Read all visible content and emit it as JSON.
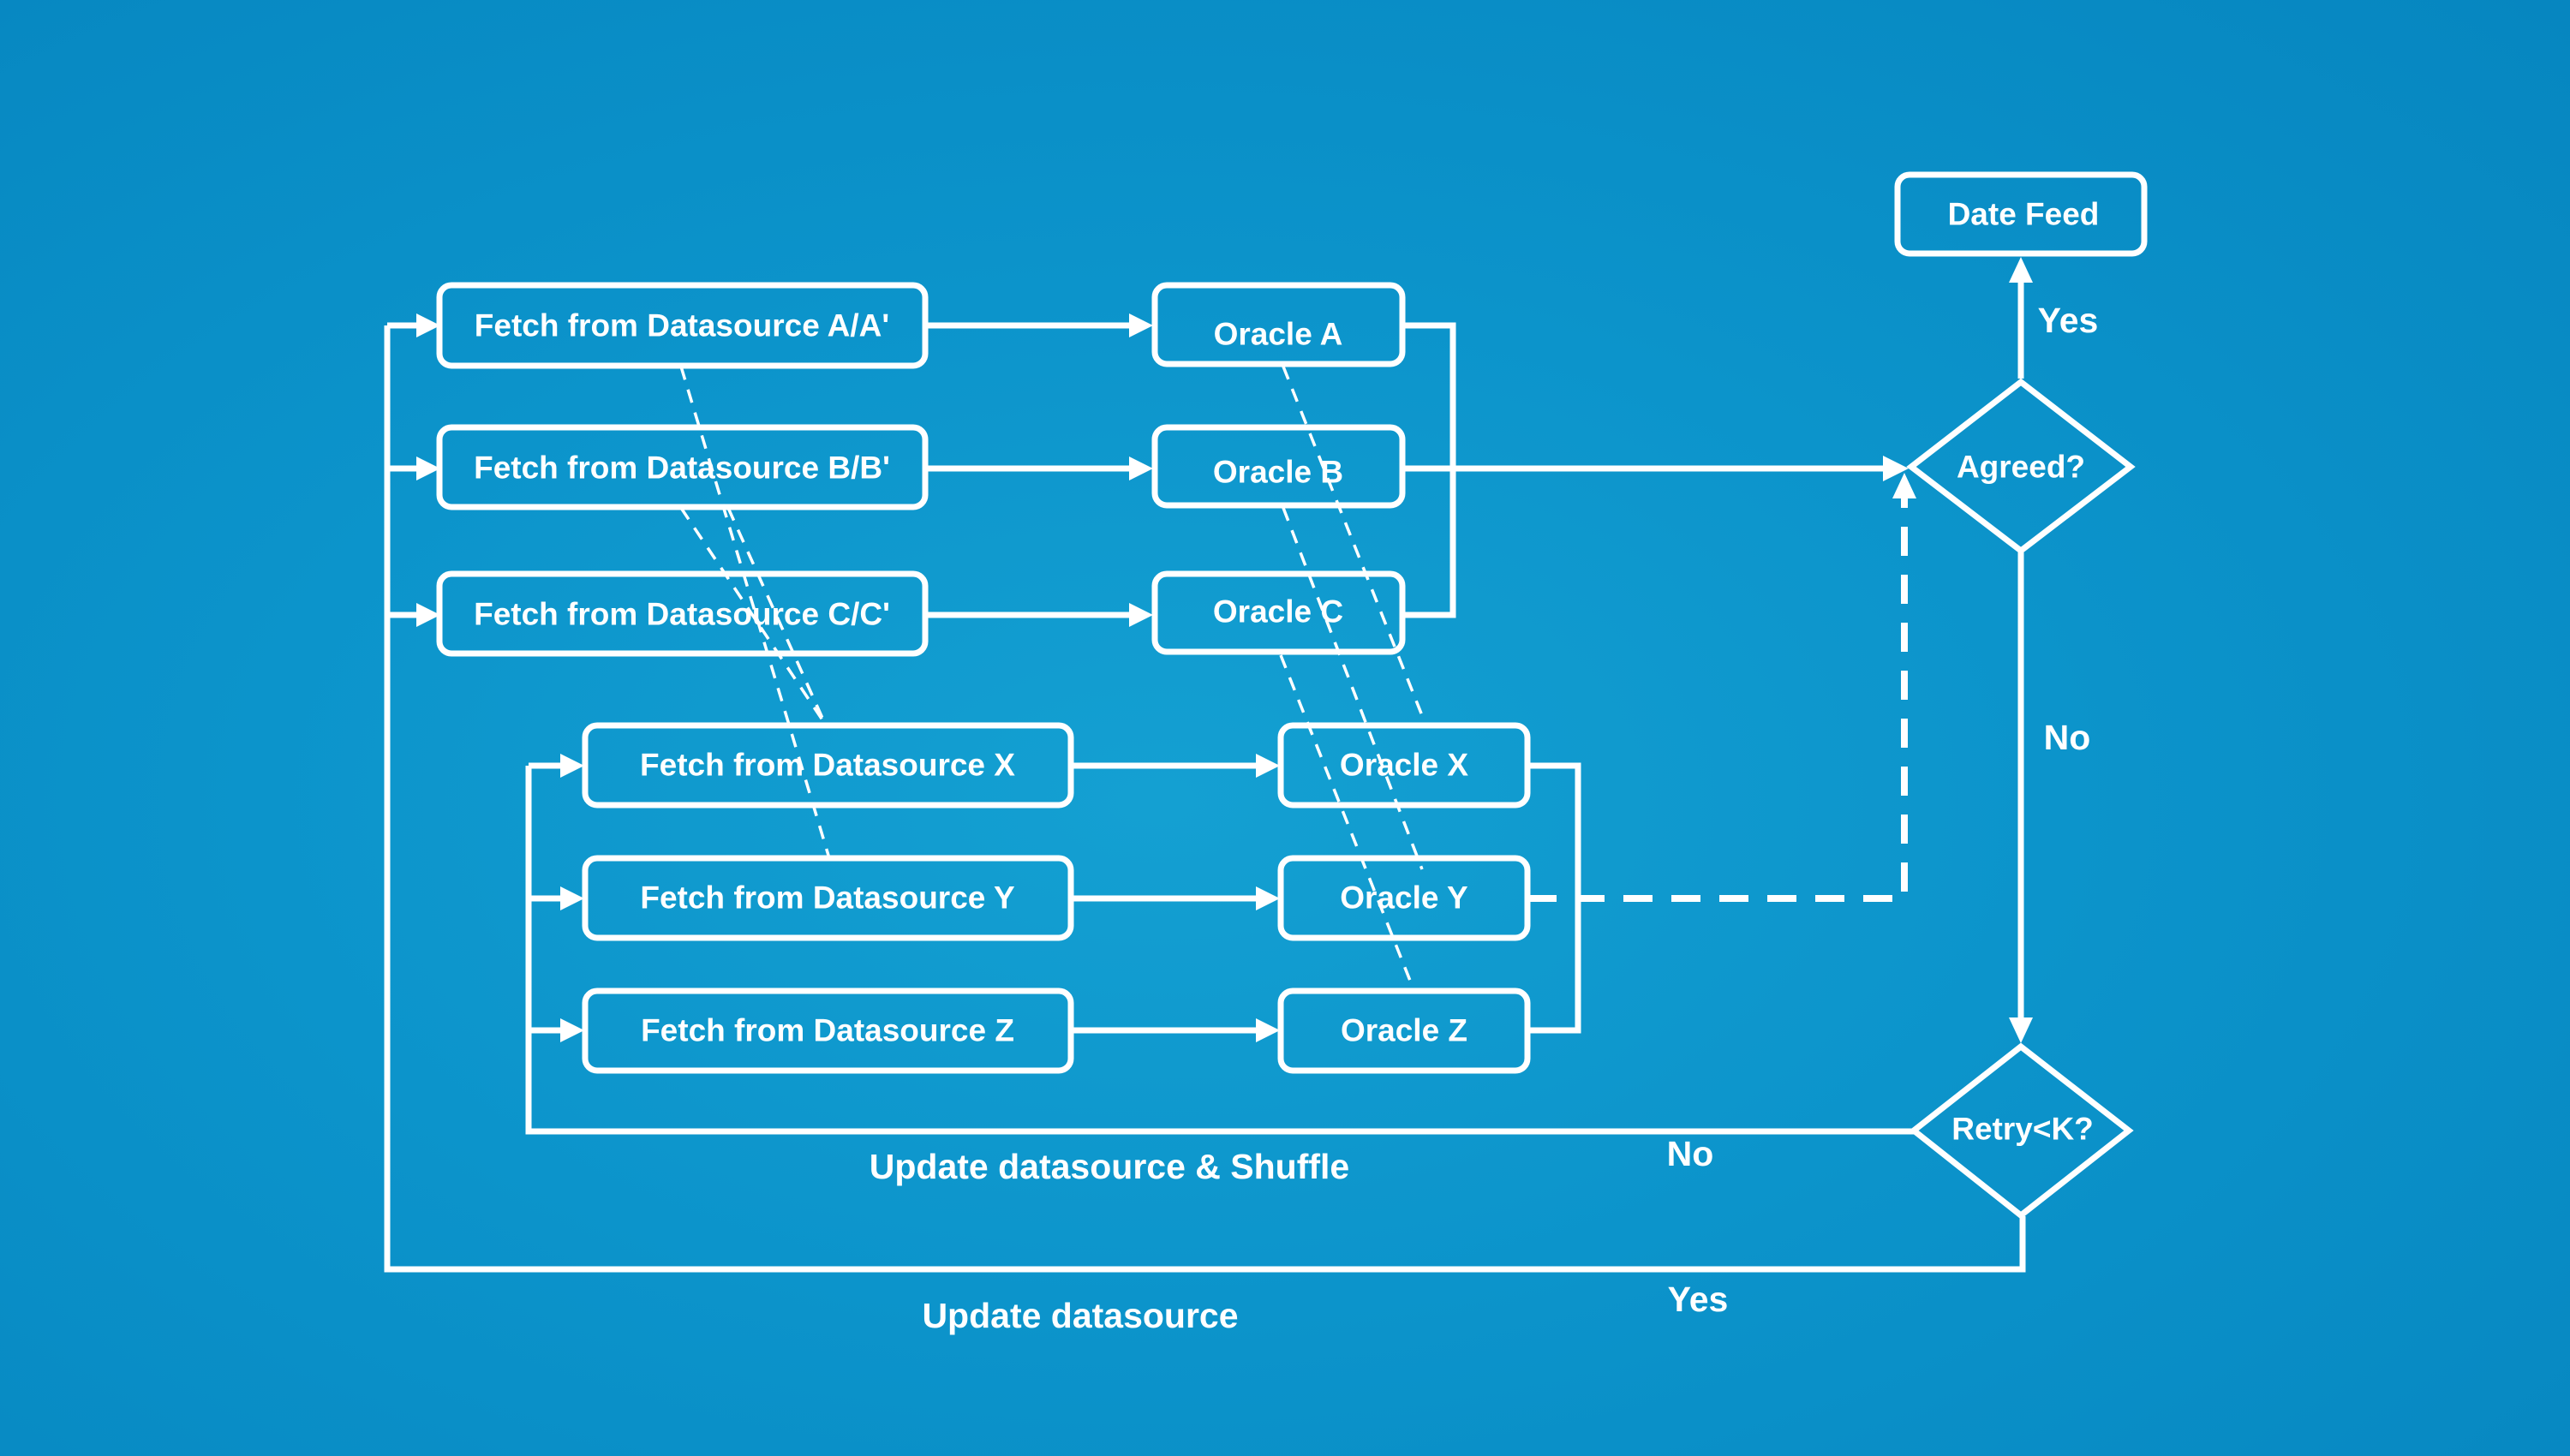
{
  "diagram": {
    "fetch_primary": [
      "Fetch from Datasource A/A'",
      "Fetch from Datasource B/B'",
      "Fetch from Datasource C/C'"
    ],
    "oracles_primary": [
      "Oracle A",
      "Oracle B",
      "Oracle C"
    ],
    "fetch_secondary": [
      "Fetch from Datasource X",
      "Fetch from Datasource Y",
      "Fetch from Datasource Z"
    ],
    "oracles_secondary": [
      "Oracle X",
      "Oracle Y",
      "Oracle Z"
    ],
    "output": "Date Feed",
    "decision_agree": "Agreed?",
    "decision_retry": "Retry<K?",
    "labels": {
      "agree_yes": "Yes",
      "agree_no": "No",
      "retry_no": "No",
      "retry_yes": "Yes",
      "shuffle_loop": "Update datasource & Shuffle",
      "update_loop": "Update datasource"
    }
  }
}
